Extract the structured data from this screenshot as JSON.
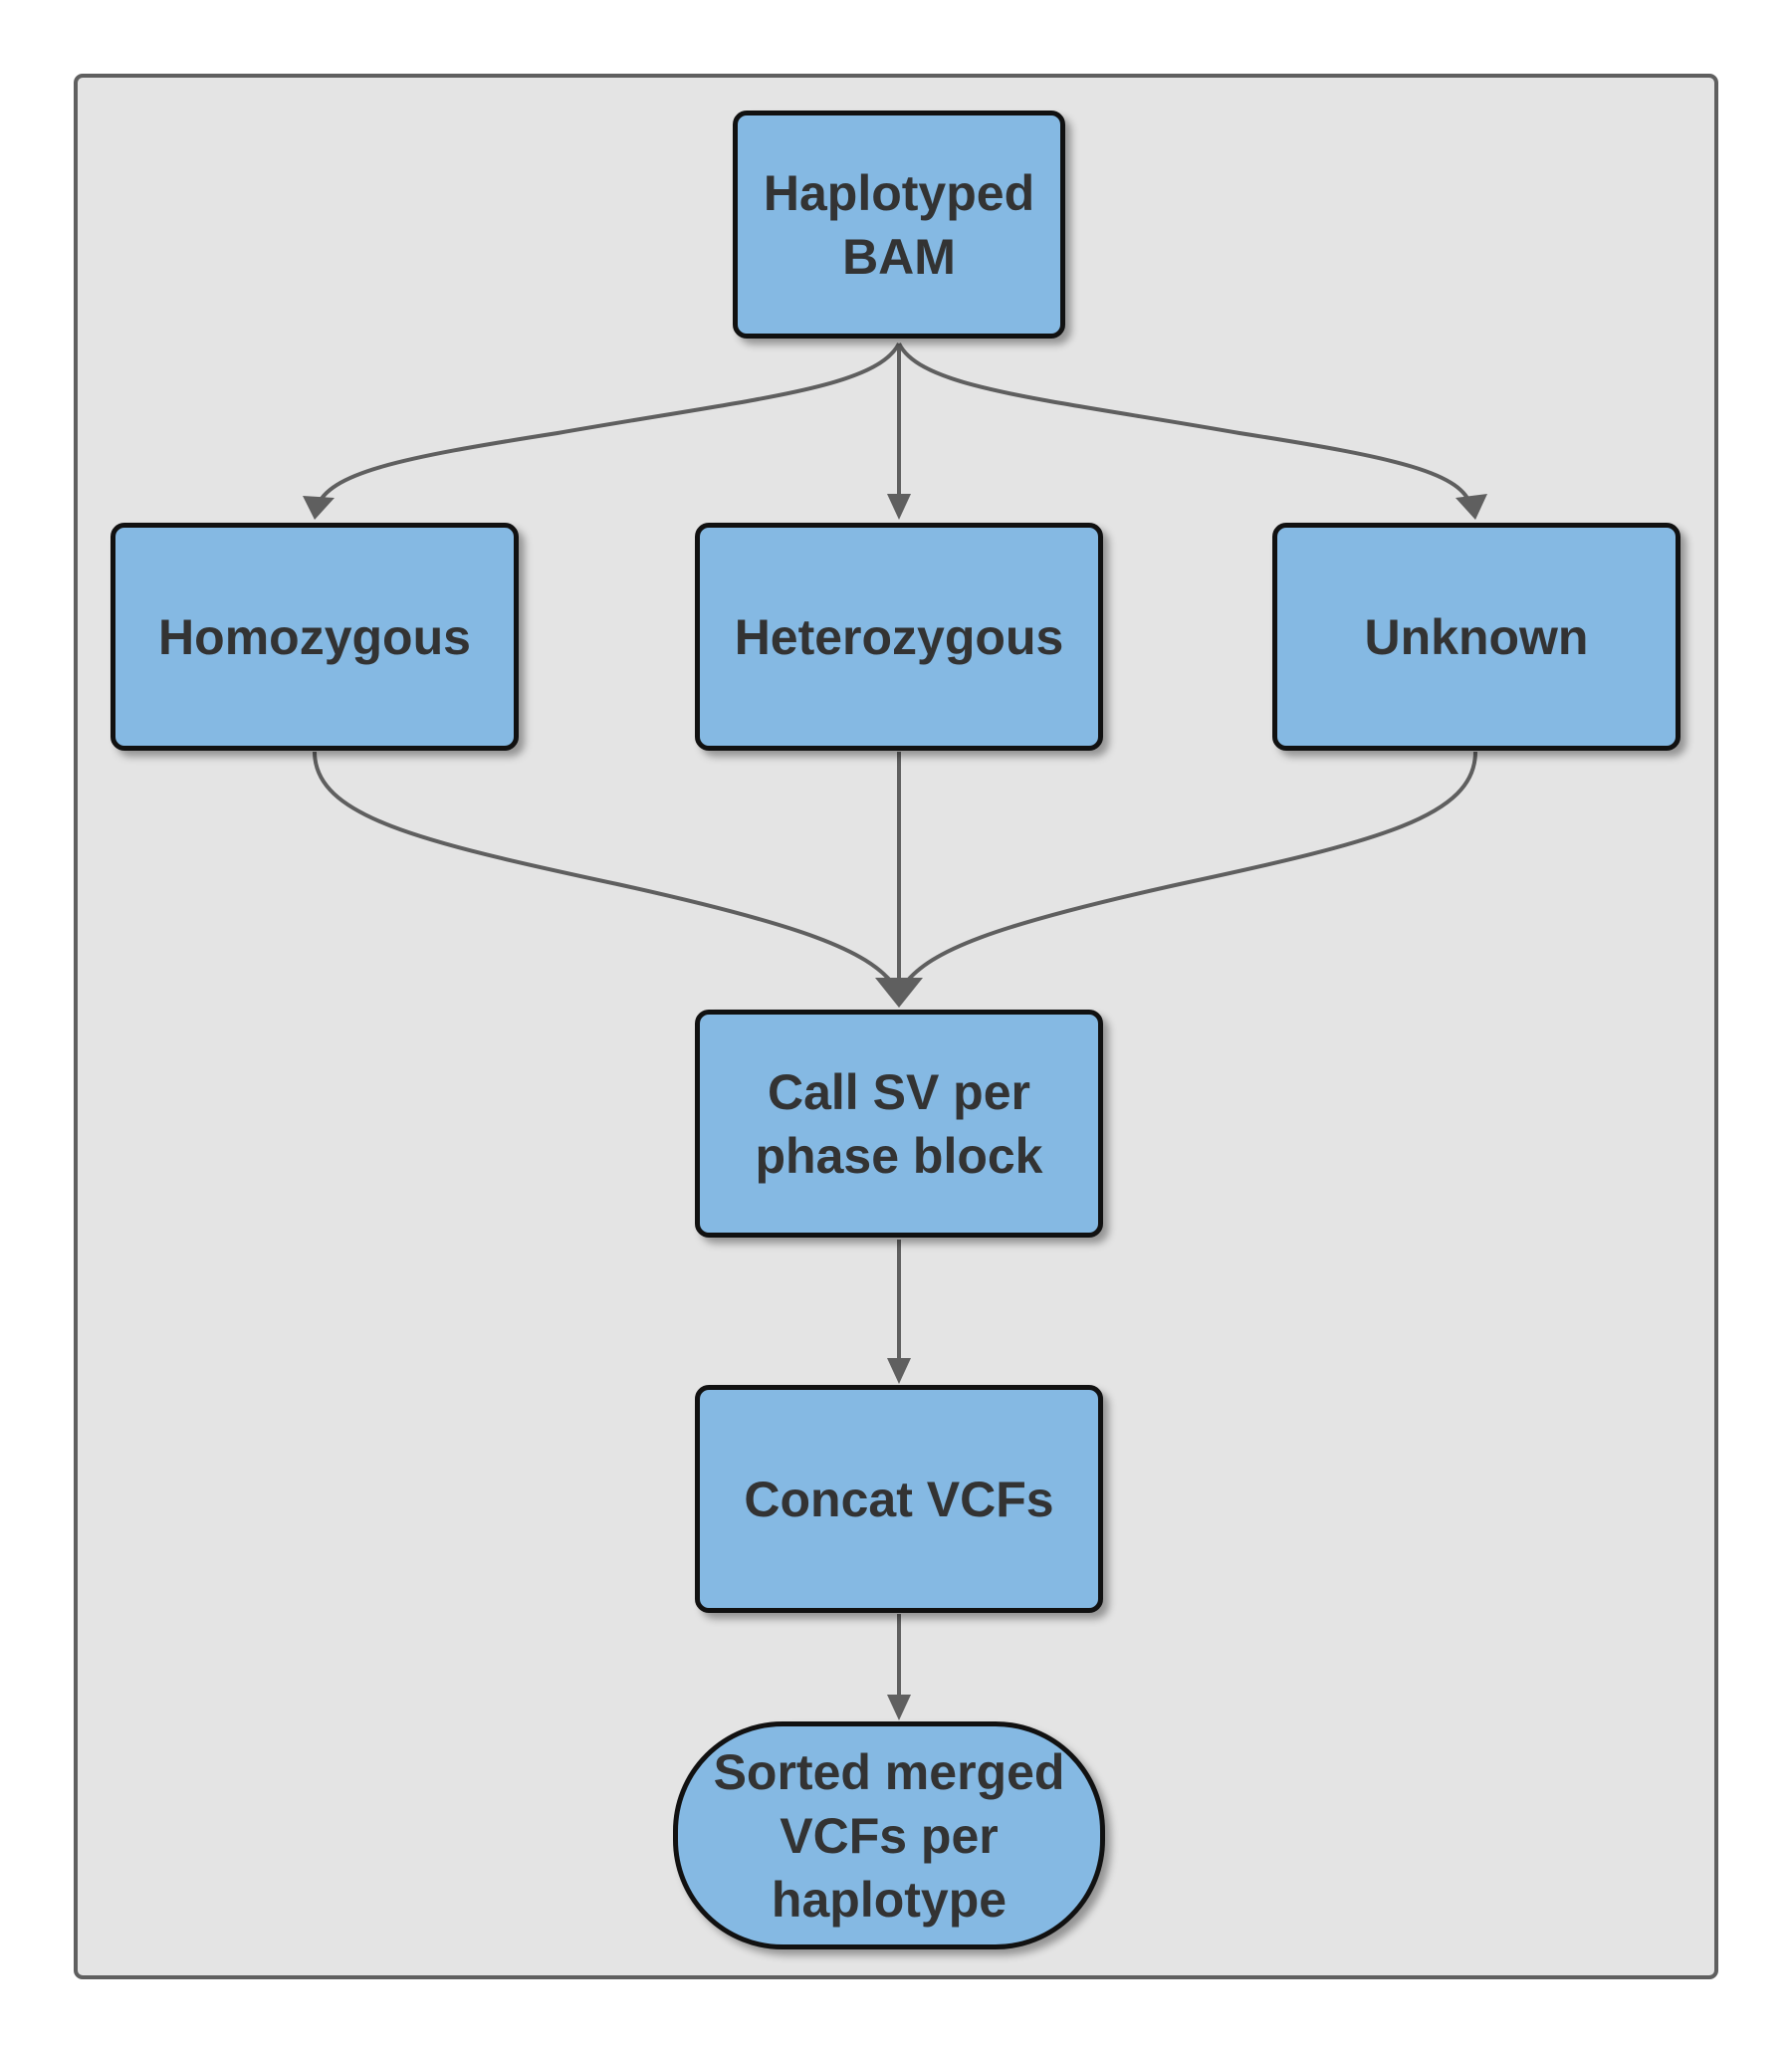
{
  "nodes": {
    "haplotyped_bam": {
      "line1": "Haplotyped",
      "line2": "BAM"
    },
    "homozygous": {
      "label": "Homozygous"
    },
    "heterozygous": {
      "label": "Heterozygous"
    },
    "unknown": {
      "label": "Unknown"
    },
    "call_sv": {
      "line1": "Call SV per",
      "line2": "phase block"
    },
    "concat_vcfs": {
      "label": "Concat VCFs"
    },
    "sorted_merged": {
      "line1": "Sorted merged",
      "line2": "VCFs per",
      "line3": "haplotype"
    }
  },
  "colors": {
    "node_fill": "#85b9e3",
    "node_border": "#111111",
    "edge": "#5f5f5f",
    "panel_fill": "#e4e4e4",
    "text": "#333333"
  }
}
